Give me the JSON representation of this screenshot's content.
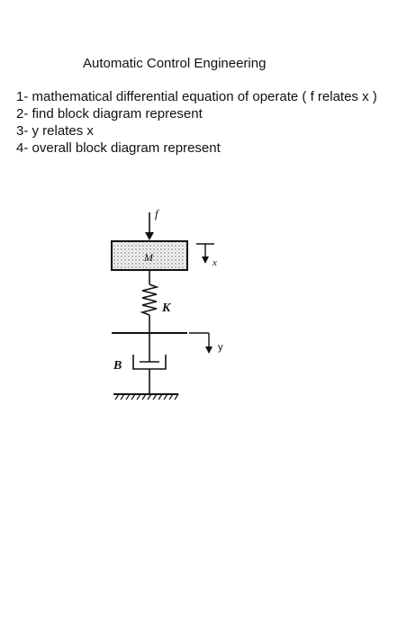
{
  "document": {
    "title": "Automatic Control Engineering",
    "questions": [
      "1- mathematical differential equation of operate ( f relates x )",
      "2- find block diagram represent",
      "3- y relates x",
      "4- overall block diagram represent"
    ]
  },
  "figure": {
    "force_label": "f",
    "mass_label": "M",
    "spring_label": "K",
    "damper_label": "B",
    "x_label": "x",
    "y_label": "y"
  }
}
